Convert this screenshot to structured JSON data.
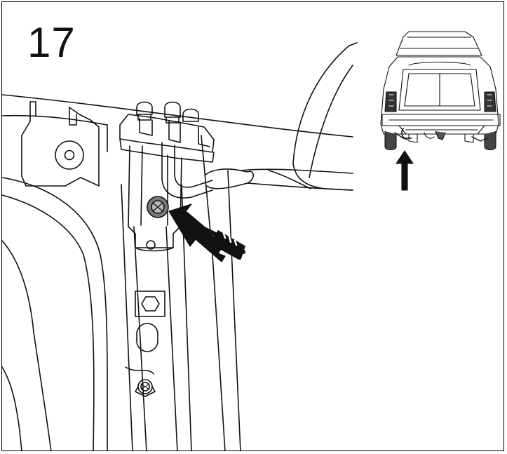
{
  "step": {
    "number": "17"
  },
  "illustration": {
    "main_view": "towbar-bracket-bolt-closeup",
    "inset_view": "vehicle-rear-view"
  },
  "colors": {
    "line": "#111111",
    "bolt_fill": "#7a7a7a",
    "background": "#ffffff"
  },
  "icons": {
    "pointer": "arrow-icon",
    "fastener": "bolt-icon",
    "vehicle": "car-rear-icon"
  }
}
